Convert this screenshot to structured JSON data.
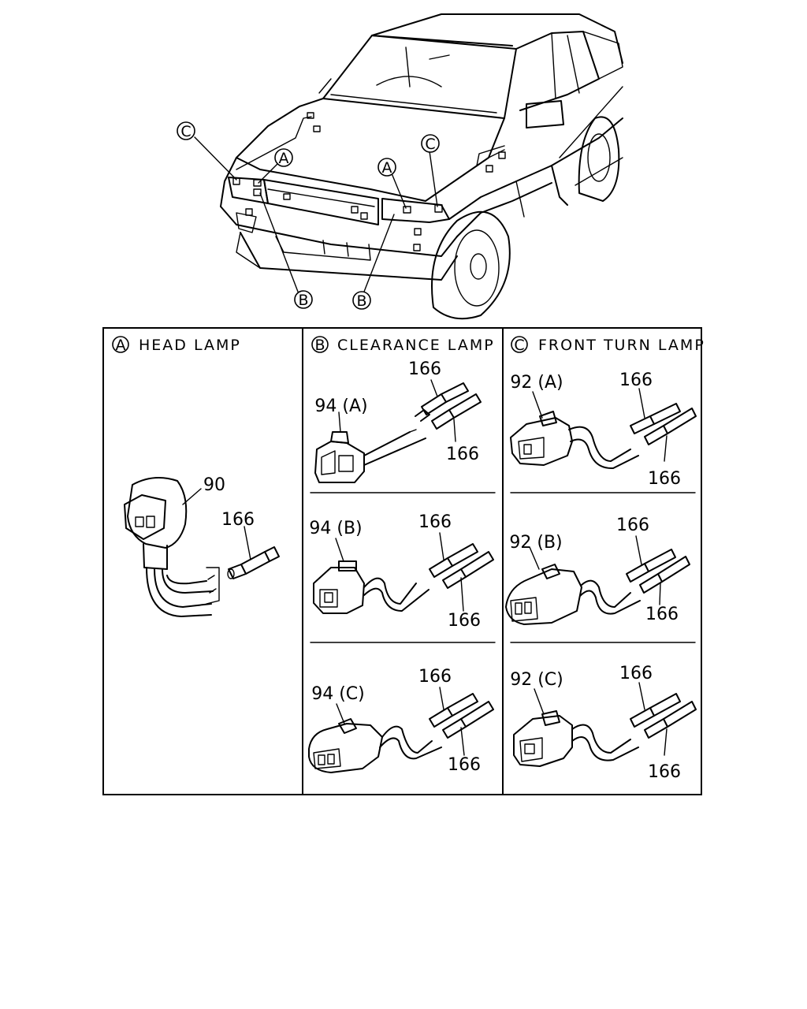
{
  "callouts": {
    "A": "A",
    "B": "B",
    "C": "C"
  },
  "panels": {
    "head_lamp": {
      "letter": "A",
      "title": "HEAD LAMP",
      "parts": {
        "connector": "90",
        "terminal": "166"
      }
    },
    "clearance_lamp": {
      "letter": "B",
      "title": "CLEARANCE LAMP",
      "variants": [
        {
          "connector": "94 (A)",
          "terminal_1": "166",
          "terminal_2": "166"
        },
        {
          "connector": "94 (B)",
          "terminal_1": "166",
          "terminal_2": "166"
        },
        {
          "connector": "94 (C)",
          "terminal_1": "166",
          "terminal_2": "166"
        }
      ]
    },
    "front_turn_lamp": {
      "letter": "C",
      "title": "FRONT TURN LAMP",
      "variants": [
        {
          "connector": "92 (A)",
          "terminal_1": "166",
          "terminal_2": "166"
        },
        {
          "connector": "92 (B)",
          "terminal_1": "166",
          "terminal_2": "166"
        },
        {
          "connector": "92 (C)",
          "terminal_1": "166",
          "terminal_2": "166"
        }
      ]
    }
  }
}
